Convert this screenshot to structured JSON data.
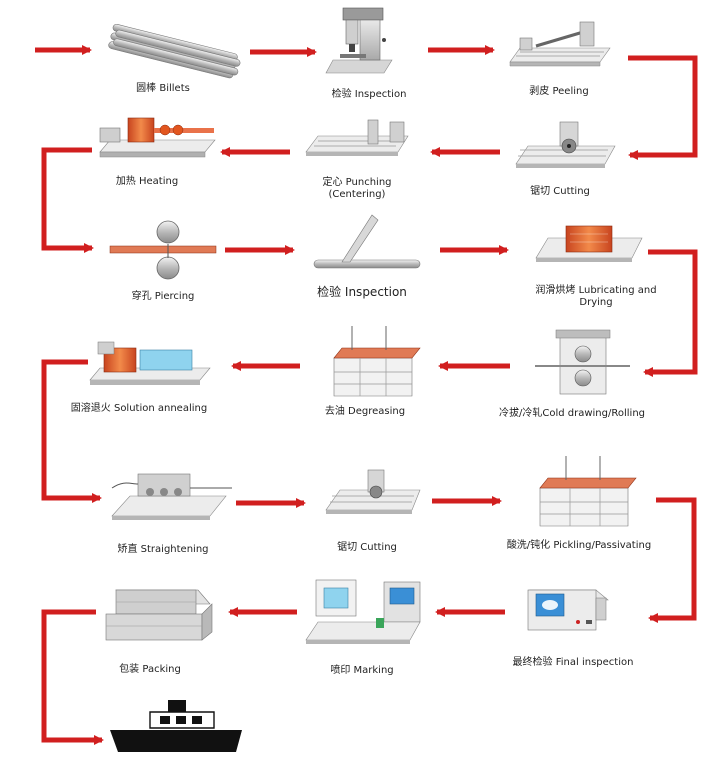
{
  "colors": {
    "arrow": "#d11f1f",
    "machine_light": "#e8e8e8",
    "machine_mid": "#bdbdbd",
    "machine_dark": "#6f6f6f",
    "hot": "#e0522a",
    "water": "#8fd3ee",
    "screen": "#3a8fd6"
  },
  "steps": {
    "billets": "圆棒  Billets",
    "inspection1": "检验   Inspection",
    "peeling": "剥皮 Peeling",
    "cutting1": "锯切 Cutting",
    "punching_l1": "定心  Punching",
    "punching_l2": "(Centering)",
    "heating": "加热  Heating",
    "piercing": "穿孔 Piercing",
    "inspection2": "检验 Inspection",
    "lubricating_l1": "润滑烘烤  Lubricating and",
    "lubricating_l2": "Drying",
    "cold_drawing": "冷拔/冷轧Cold drawing/Rolling",
    "degreasing": "去油   Degreasing",
    "annealing": "固溶退火 Solution annealing",
    "straightening": "矫直  Straightening",
    "cutting2": "锯切 Cutting",
    "pickling": "酸洗/钝化 Pickling/Passivating",
    "final_inspection": "最终检验 Final inspection",
    "marking": "喷印  Marking",
    "packing": "包装  Packing"
  }
}
